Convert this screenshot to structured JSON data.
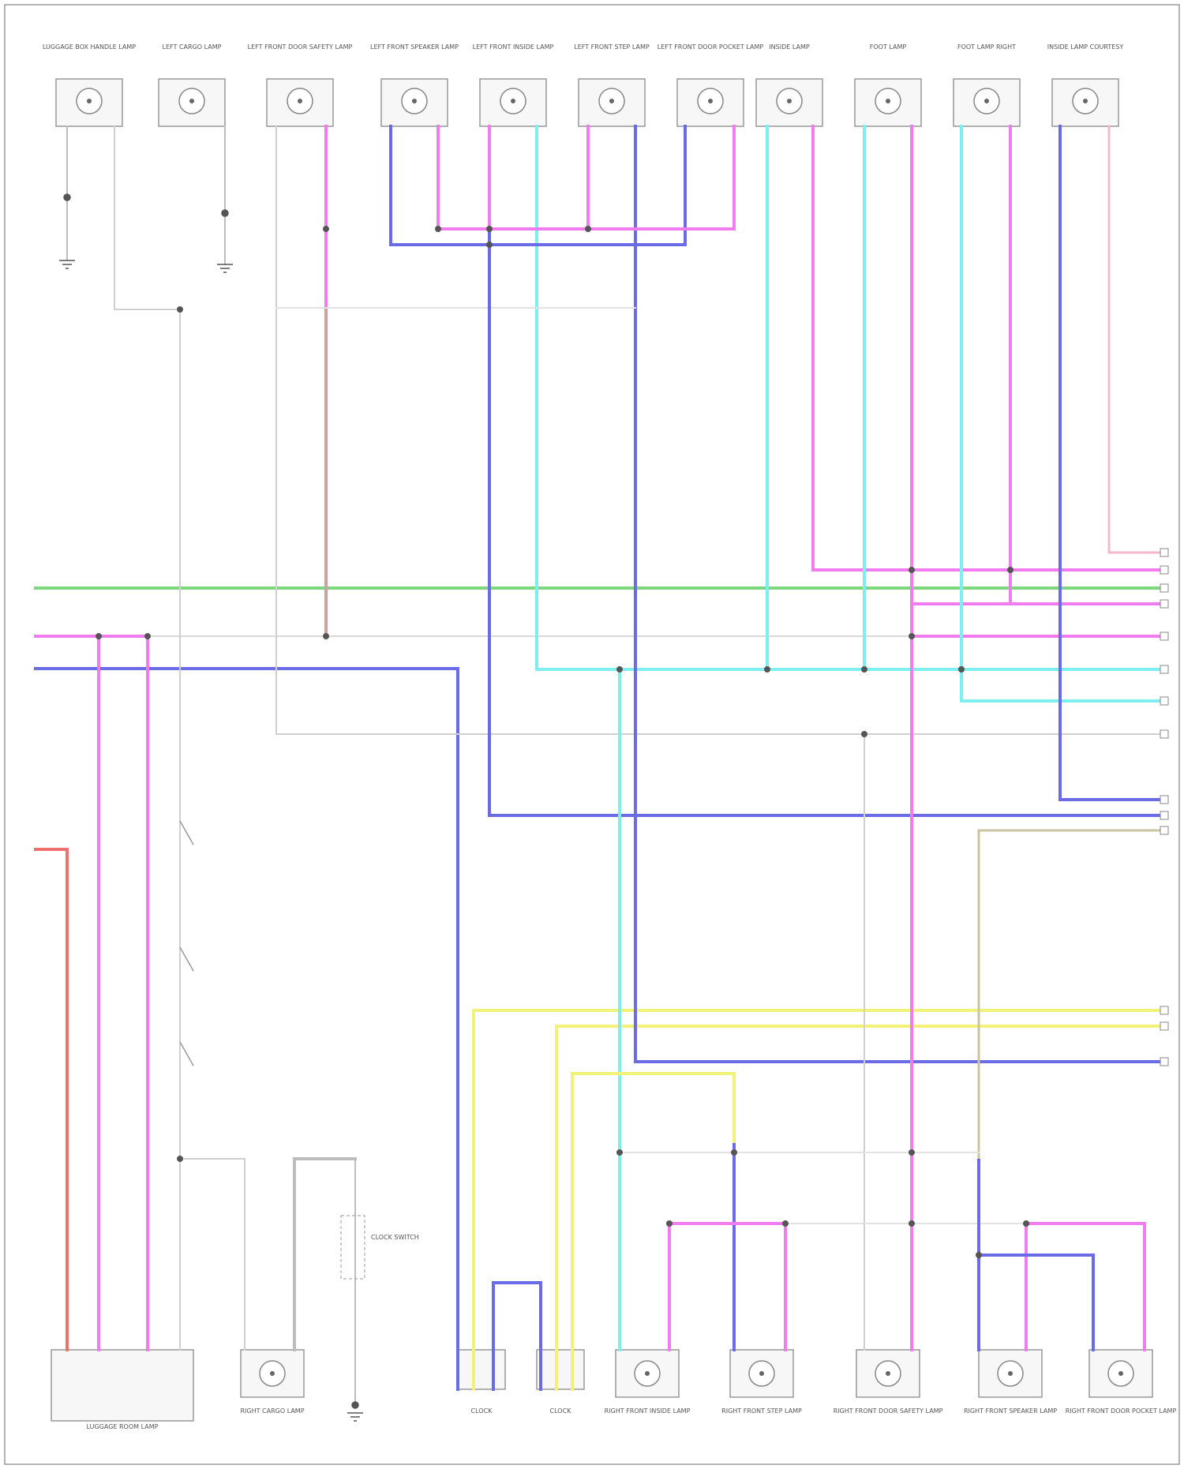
{
  "colors": {
    "green": "#7ed67e",
    "pink": "#f07cf0",
    "lightpink": "#f3b8cc",
    "blue": "#6b6be8",
    "cyan": "#7cf0f0",
    "yellow": "#f2f27a",
    "red": "#f07070",
    "gray": "#bdbdbd",
    "tan": "#c8c4a0",
    "olive": "#b7b08a",
    "frame": "#9a9a9a"
  },
  "title_blocks": {
    "top_lamps": [
      "LUGGAGE BOX HANDLE LAMP",
      "LEFT CARGO LAMP",
      "LEFT FRONT DOOR SAFETY LAMP",
      "LEFT FRONT SPEAKER LAMP",
      "LEFT FRONT INSIDE LAMP",
      "LEFT FRONT STEP LAMP",
      "LEFT FRONT DOOR POCKET LAMP",
      "INSIDE LAMP",
      "FOOT LAMP",
      "FOOT LAMP RIGHT",
      "INSIDE LAMP COURTESY"
    ],
    "bottom_lamps": [
      "LUGGAGE ROOM LAMP",
      "RIGHT CARGO LAMP",
      "CLOCK",
      "CLOCK",
      "RIGHT FRONT INSIDE LAMP",
      "RIGHT FRONT STEP LAMP",
      "RIGHT FRONT DOOR SAFETY LAMP",
      "RIGHT FRONT SPEAKER LAMP",
      "RIGHT FRONT DOOR POCKET LAMP"
    ],
    "grounds": [
      "GROUND",
      "GROUND",
      "GROUND"
    ],
    "clock_note": "CLOCK SWITCH"
  },
  "footer": {
    "text": ""
  }
}
